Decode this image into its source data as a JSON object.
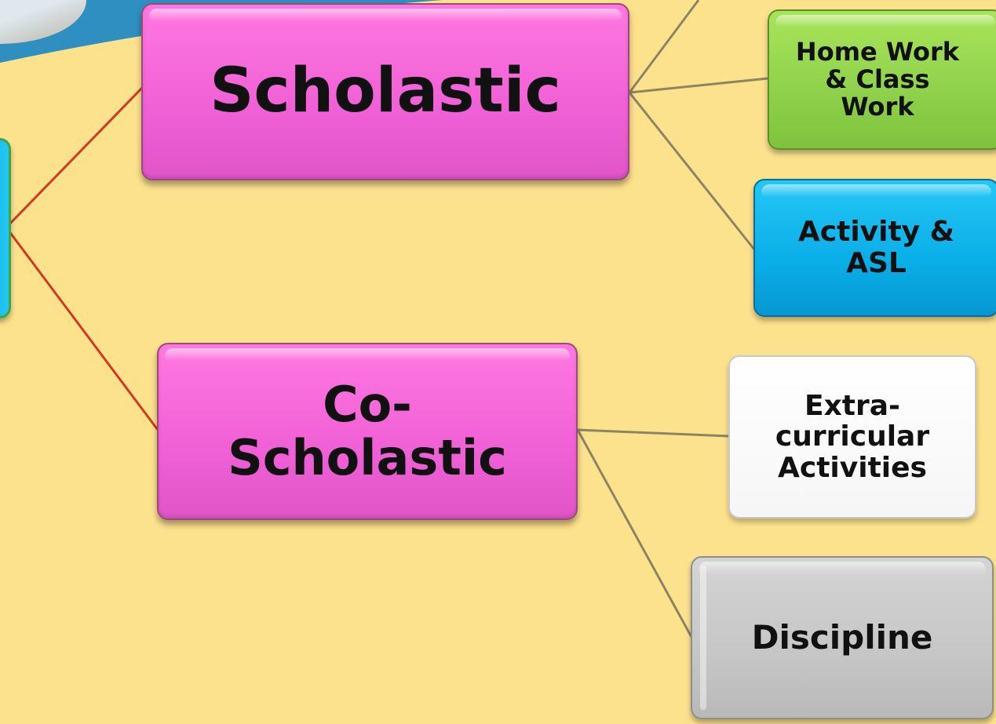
{
  "colors": {
    "background": "#fde28e",
    "outer": "#2f8fc0",
    "root_links": "#d03a20",
    "child_links": "#8e8462",
    "pink": "#f466d8",
    "green": "#8fd14b",
    "blue": "#0aaee8",
    "white": "#ffffff",
    "grey": "#c6c6c6"
  },
  "nodes": {
    "scholastic": "Scholastic",
    "co_scholastic": "Co-\nScholastic",
    "homework_classwork": "Home Work\n& Class\nWork",
    "activity_asl": "Activity &\nASL",
    "extracurricular": "Extra-\ncurricular\nActivities",
    "discipline": "Discipline"
  }
}
